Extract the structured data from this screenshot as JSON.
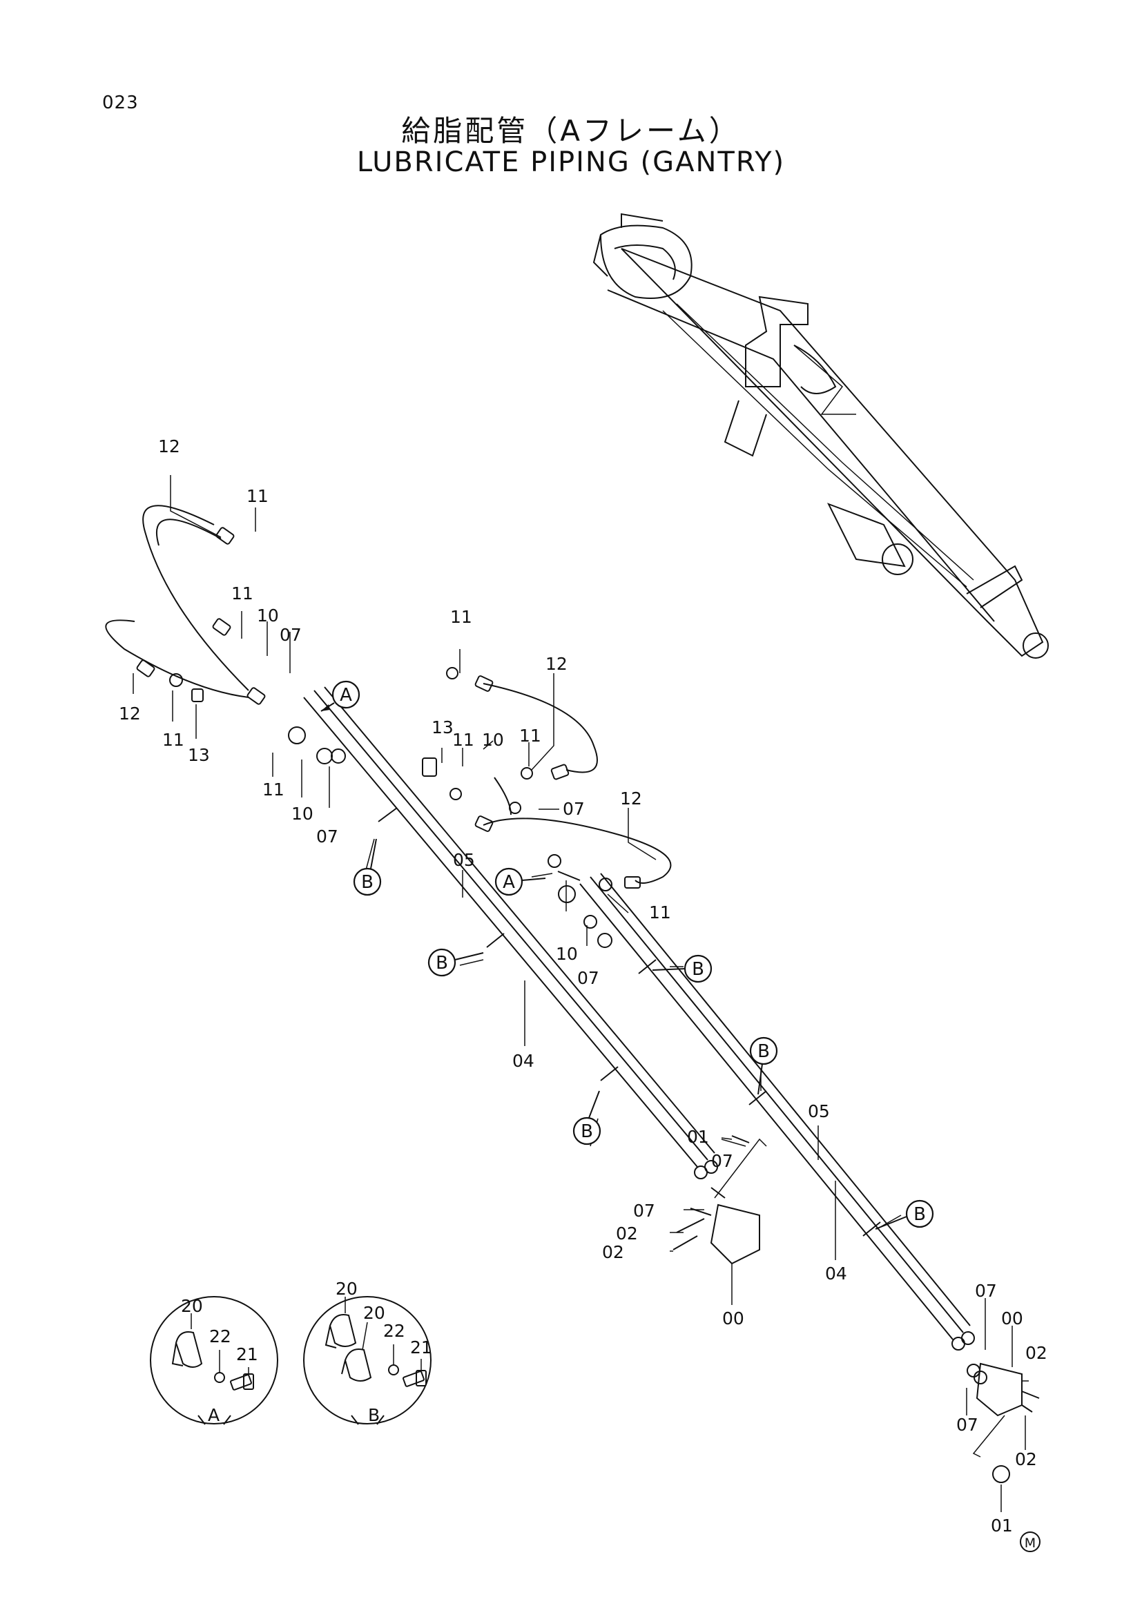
{
  "page_number": "023",
  "title_jp": "給脂配管（Aフレーム）",
  "title_en": "LUBRICATE PIPING (GANTRY)",
  "detail_views": [
    {
      "id": "A",
      "parts": [
        "20",
        "22",
        "21"
      ]
    },
    {
      "id": "B",
      "parts": [
        "20",
        "20",
        "22",
        "21"
      ]
    }
  ],
  "callout_letters": {
    "A": "A",
    "B": "B"
  },
  "part_labels": {
    "p00": "00",
    "p01": "01",
    "p02": "02",
    "p04": "04",
    "p05": "05",
    "p07": "07",
    "p10": "10",
    "p11": "11",
    "p12": "12",
    "p13": "13",
    "p20": "20",
    "p21": "21",
    "p22": "22"
  },
  "mark": "M"
}
